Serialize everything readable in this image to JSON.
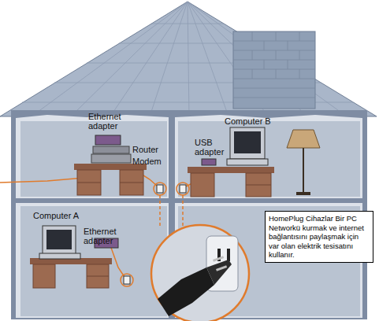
{
  "diagram": {
    "nodes": [
      {
        "text": [
          "HomePlug Cihazlar Bir PC Networkü kurmak ve internet bağlantısını paylaşmak için var olan elektrik tesisatını kullanır."
        ]
      }
    ],
    "labels": [
      "Ethernet adapter",
      "Router",
      "Modem",
      "Computer B",
      "USB adapter",
      "Computer A",
      "Ethernet adapter"
    ]
  }
}
